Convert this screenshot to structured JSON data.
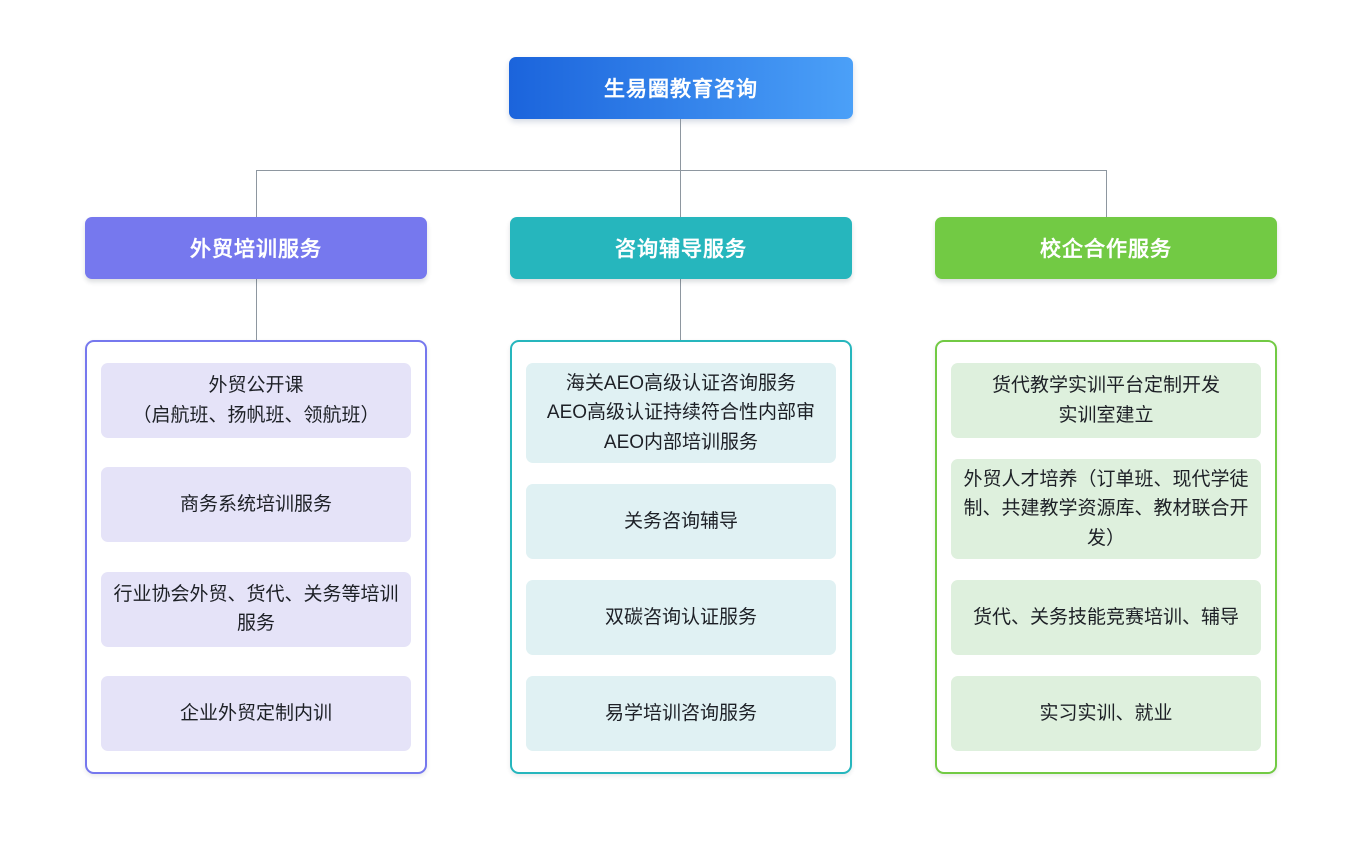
{
  "page": {
    "background": "#ffffff",
    "connector_color": "#8e97a0"
  },
  "root": {
    "label": "生易圈教育咨询",
    "gradient_from": "#1b64dc",
    "gradient_to": "#4ba0f8"
  },
  "branches": [
    {
      "label": "外贸培训服务",
      "accent": "#7678ee",
      "item_bg": "#e5e3f8",
      "items": [
        "外贸公开课\n（启航班、扬帆班、领航班）",
        "商务系统培训服务",
        "行业协会外贸、货代、关务等培训服务",
        "企业外贸定制内训"
      ]
    },
    {
      "label": "咨询辅导服务",
      "accent": "#26b6bd",
      "item_bg": "#e0f1f3",
      "items": [
        "海关AEO高级认证咨询服务\nAEO高级认证持续符合性内部审\nAEO内部培训服务",
        "关务咨询辅导",
        "双碳咨询认证服务",
        "易学培训咨询服务"
      ]
    },
    {
      "label": "校企合作服务",
      "accent": "#72ca44",
      "item_bg": "#def0dd",
      "items": [
        "货代教学实训平台定制开发\n实训室建立",
        "外贸人才培养（订单班、现代学徒制、共建教学资源库、教材联合开发）",
        "货代、关务技能竞赛培训、辅导",
        "实习实训、就业"
      ]
    }
  ]
}
